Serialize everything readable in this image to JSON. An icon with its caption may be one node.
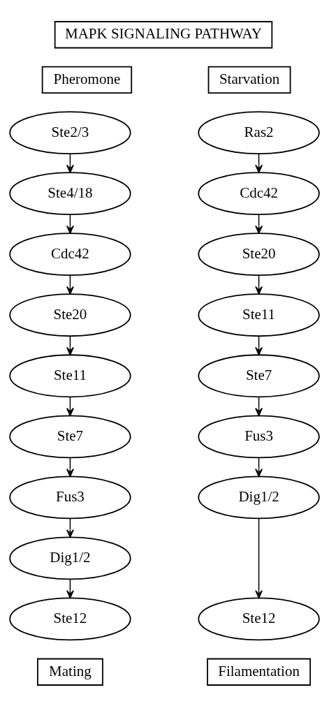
{
  "diagram": {
    "nodes": [
      {
        "text": [
          "MAPK SIGNALING PATHWAY"
        ]
      },
      {
        "text": [
          "Pheromone"
        ]
      },
      {
        "text": [
          "Starvation"
        ]
      },
      {
        "text": [
          "Ste2/3"
        ]
      },
      {
        "text": [
          "Ste4/18"
        ]
      },
      {
        "text": [
          "Cdc42"
        ]
      },
      {
        "text": [
          "Ste20"
        ]
      },
      {
        "text": [
          "Ste11"
        ]
      },
      {
        "text": [
          "Ste7"
        ]
      },
      {
        "text": [
          "Fus3"
        ]
      },
      {
        "text": [
          "Dig1/2"
        ]
      },
      {
        "text": [
          "Ste12"
        ]
      },
      {
        "text": [
          "Ras2"
        ]
      },
      {
        "text": [
          "Cdc42"
        ]
      },
      {
        "text": [
          "Ste20"
        ]
      },
      {
        "text": [
          "Ste11"
        ]
      },
      {
        "text": [
          "Ste7"
        ]
      },
      {
        "text": [
          "Fus3"
        ]
      },
      {
        "text": [
          "Dig1/2"
        ]
      },
      {
        "text": [
          "Ste12"
        ]
      },
      {
        "text": [
          "Mating"
        ]
      },
      {
        "text": [
          "Filamentation"
        ]
      }
    ],
    "edges": [
      {
        "from": 3,
        "to": 4,
        "arrow": "to"
      },
      {
        "from": 4,
        "to": 5,
        "arrow": "to"
      },
      {
        "from": 5,
        "to": 6,
        "arrow": "to"
      },
      {
        "from": 6,
        "to": 7,
        "arrow": "to"
      },
      {
        "from": 7,
        "to": 8,
        "arrow": "to"
      },
      {
        "from": 8,
        "to": 9,
        "arrow": "to"
      },
      {
        "from": 9,
        "to": 10,
        "arrow": "to"
      },
      {
        "from": 10,
        "to": 11,
        "arrow": "to"
      },
      {
        "from": 12,
        "to": 13,
        "arrow": "to"
      },
      {
        "from": 13,
        "to": 14,
        "arrow": "to"
      },
      {
        "from": 14,
        "to": 15,
        "arrow": "to"
      },
      {
        "from": 15,
        "to": 16,
        "arrow": "to"
      },
      {
        "from": 16,
        "to": 17,
        "arrow": "to"
      },
      {
        "from": 17,
        "to": 18,
        "arrow": "to"
      },
      {
        "from": 18,
        "to": 19,
        "arrow": "to"
      }
    ]
  }
}
